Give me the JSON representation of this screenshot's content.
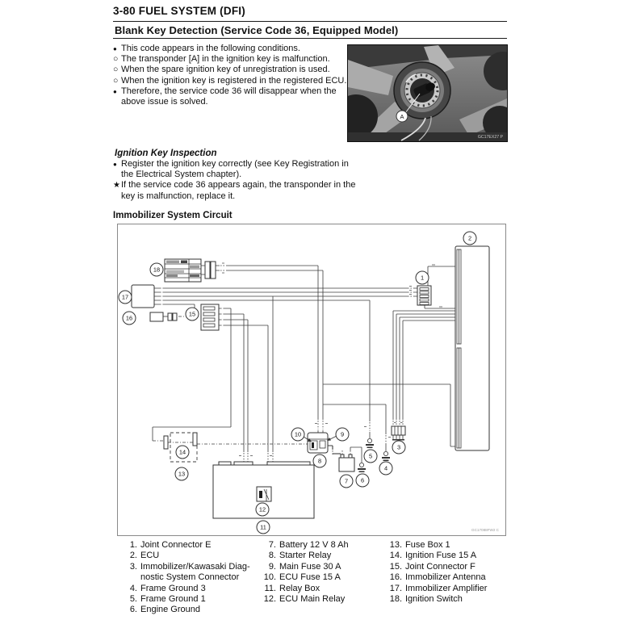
{
  "page": {
    "header": "3-80 FUEL SYSTEM (DFI)",
    "section_title": "Blank Key Detection (Service Code 36, Equipped Model)"
  },
  "conditions": {
    "items": [
      {
        "bullet": "●",
        "text": "This code appears in the following conditions."
      },
      {
        "bullet": "○",
        "text": "The transponder [A] in the ignition key is malfunction."
      },
      {
        "bullet": "○",
        "text": "When the spare ignition key of unregistration is used."
      },
      {
        "bullet": "○",
        "text": "When the ignition key is registered in the registered ECU."
      },
      {
        "bullet": "●",
        "text": "Therefore, the service code 36 will disappear when the above issue is solved."
      }
    ]
  },
  "photo": {
    "callout_label": "A",
    "code": "GC17EX27 P"
  },
  "inspection": {
    "title": "Ignition Key Inspection",
    "items": [
      {
        "bullet": "●",
        "text": "Register the ignition key correctly (see Key Registration in the Electrical System chapter)."
      },
      {
        "bullet": "★",
        "text": "If the service code 36 appears again, the transponder in the key is malfunction, replace it."
      }
    ]
  },
  "circuit": {
    "title": "Immobilizer System Circuit",
    "code": "GC17088FW2 C",
    "callouts": [
      "1",
      "2",
      "3",
      "4",
      "5",
      "6",
      "7",
      "8",
      "9",
      "10",
      "11",
      "12",
      "13",
      "14",
      "15",
      "16",
      "17",
      "18"
    ]
  },
  "legend": {
    "columns": [
      {
        "items": [
          {
            "num": "1.",
            "text": "Joint Connector E"
          },
          {
            "num": "2.",
            "text": "ECU"
          },
          {
            "num": "3.",
            "text": "Immobilizer/Kawasaki Diag-\nnostic System Connector"
          },
          {
            "num": "4.",
            "text": "Frame Ground 3"
          },
          {
            "num": "5.",
            "text": "Frame Ground 1"
          },
          {
            "num": "6.",
            "text": "Engine Ground"
          }
        ]
      },
      {
        "items": [
          {
            "num": "7.",
            "text": "Battery 12 V 8 Ah"
          },
          {
            "num": "8.",
            "text": "Starter Relay"
          },
          {
            "num": "9.",
            "text": "Main Fuse 30 A"
          },
          {
            "num": "10.",
            "text": "ECU Fuse 15 A"
          },
          {
            "num": "11.",
            "text": "Relay Box"
          },
          {
            "num": "12.",
            "text": "ECU Main Relay"
          }
        ]
      },
      {
        "items": [
          {
            "num": "13.",
            "text": "Fuse Box 1"
          },
          {
            "num": "14.",
            "text": "Ignition Fuse 15 A"
          },
          {
            "num": "15.",
            "text": "Joint Connector F"
          },
          {
            "num": "16.",
            "text": "Immobilizer Antenna"
          },
          {
            "num": "17.",
            "text": "Immobilizer Amplifier"
          },
          {
            "num": "18.",
            "text": "Ignition Switch"
          }
        ]
      }
    ]
  }
}
